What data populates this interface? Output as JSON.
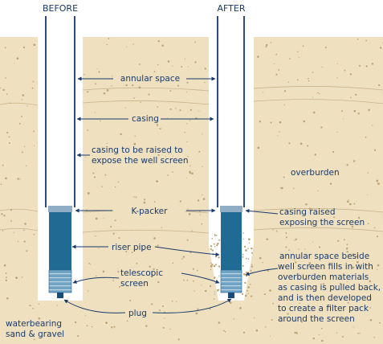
{
  "headers": {
    "before": "BEFORE",
    "after": "AFTER"
  },
  "labels": {
    "annular_space": "annular space",
    "casing": "casing",
    "casing_raise_1": "casing to be raised to",
    "casing_raise_2": "expose the well screen",
    "overburden": "overburden",
    "k_packer": "K-packer",
    "casing_raised_1": "casing raised",
    "casing_raised_2": "exposing the screen",
    "riser_pipe": "riser pipe",
    "telescopic_1": "telescopic",
    "telescopic_2": "screen",
    "annular_fill_1": "annular space beside",
    "annular_fill_2": "well screen fills in with",
    "annular_fill_3": "overburden materials",
    "annular_fill_4": "as casing is pulled back,",
    "annular_fill_5": "and is then developed",
    "annular_fill_6": "to create a filter pack",
    "annular_fill_7": "around the screen",
    "plug": "plug",
    "waterbearing_1": "waterbearing",
    "waterbearing_2": "sand & gravel"
  },
  "colors": {
    "soil": "#efe0c0",
    "speck": "#bda478",
    "casing_line": "#2b4a87",
    "riser_pipe": "#1f6b94",
    "screen": "#6fa3c4",
    "packer": "#8faec6",
    "text": "#1a3a6a"
  }
}
